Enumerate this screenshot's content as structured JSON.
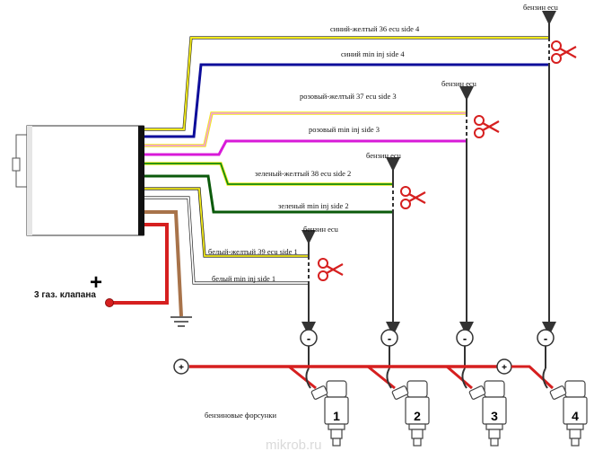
{
  "labels": {
    "w36": "синий-желтый 36 ecu side 4",
    "w4inj": "синий min inj side 4",
    "w37": "розовый-желтый 37 ecu side 3",
    "w3inj": "розовый min inj side 3",
    "w38": "зеленый-желтый 38 ecu side 2",
    "w2inj": "зеленый min inj side 2",
    "w39": "белый-желтый 39 ecu side 1",
    "w1inj": "белый min inj side 1",
    "ecu4": "бензин ecu",
    "ecu3": "бензин ecu",
    "ecu2": "бензин ecu",
    "ecu1": "бензин ecu",
    "plus_sign": "+",
    "gas_valves": "3 газ. клапана",
    "injectors": "бензиновые форсунки",
    "watermark": "mikrob.ru"
  },
  "terminals": {
    "minus": "-",
    "plus": "+"
  },
  "injector_numbers": [
    "1",
    "2",
    "3",
    "4"
  ],
  "colors": {
    "yellow": "#f2ea1a",
    "blue": "#0d0d9a",
    "pink": "#f2a0d4",
    "magenta": "#d81ad8",
    "green": "#118b11",
    "dark_green": "#0b5a0b",
    "red": "#d61f1f",
    "brown": "#a8734a"
  }
}
